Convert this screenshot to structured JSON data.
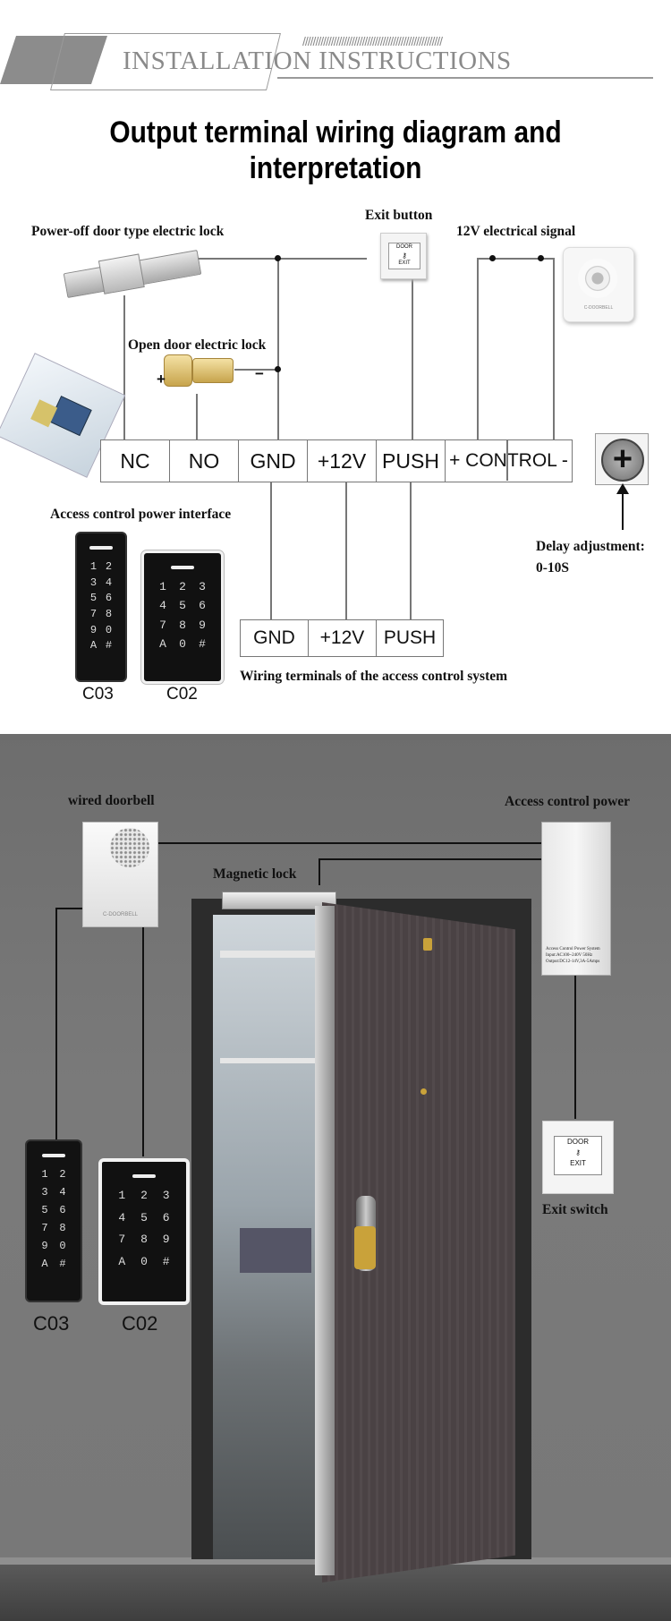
{
  "header": {
    "slashes": "//////////////////////////////////////////////////////",
    "title": "INSTALLATION INSTRUCTIONS"
  },
  "main_title": {
    "line1": "Output terminal wiring diagram and",
    "line2": "interpretation"
  },
  "diagram": {
    "labels": {
      "power_off_lock": "Power-off door type electric lock",
      "exit_button": "Exit button",
      "signal_12v": "12V electrical signal",
      "open_door_lock": "Open door electric lock",
      "power_interface": "Access control power interface",
      "delay_adjustment_line1": "Delay adjustment:",
      "delay_adjustment_line2": "0-10S",
      "wiring_terminals": "Wiring terminals of the access control system",
      "plus": "+",
      "minus": "−"
    },
    "main_terminal": [
      "NC",
      "NO",
      "GND",
      "+12V",
      "PUSH",
      "+ CONTROL -"
    ],
    "system_terminal": [
      "GND",
      "+12V",
      "PUSH"
    ],
    "exit_button_text": {
      "line1": "DOOR",
      "line2": "EXIT"
    },
    "doorbell_brand": "C-DOORBELL",
    "keypads": [
      {
        "model": "C03",
        "keys": [
          "1",
          "2",
          "3",
          "4",
          "5",
          "6",
          "7",
          "8",
          "9",
          "0",
          "A",
          "#"
        ]
      },
      {
        "model": "C02",
        "keys": [
          "1",
          "2",
          "3",
          "4",
          "5",
          "6",
          "7",
          "8",
          "9",
          "A",
          "0",
          "#"
        ]
      }
    ]
  },
  "scene": {
    "labels": {
      "wired_doorbell": "wired doorbell",
      "access_control_power": "Access control power",
      "magnetic_lock": "Magnetic lock",
      "exit_switch": "Exit switch"
    },
    "power_box_text": {
      "line1": "Access Control Power System",
      "line2": "Input:AC100~240V 50Hz",
      "line3": "Output:DC12-14V,3A-5Amps"
    },
    "doorbell_brand": "C-DOORBELL",
    "exit_switch_text": {
      "line1": "DOOR",
      "line2": "EXIT"
    },
    "keypads": [
      {
        "model": "C03",
        "keys": [
          "1",
          "2",
          "3",
          "4",
          "5",
          "6",
          "7",
          "8",
          "9",
          "0",
          "A",
          "#"
        ]
      },
      {
        "model": "C02",
        "keys": [
          "1",
          "2",
          "3",
          "4",
          "5",
          "6",
          "7",
          "8",
          "9",
          "A",
          "0",
          "#"
        ]
      }
    ]
  },
  "colors": {
    "wire": "#777777",
    "scene_wall": "#777777",
    "door": "#4a4244",
    "frame": "#2c2c2c"
  }
}
